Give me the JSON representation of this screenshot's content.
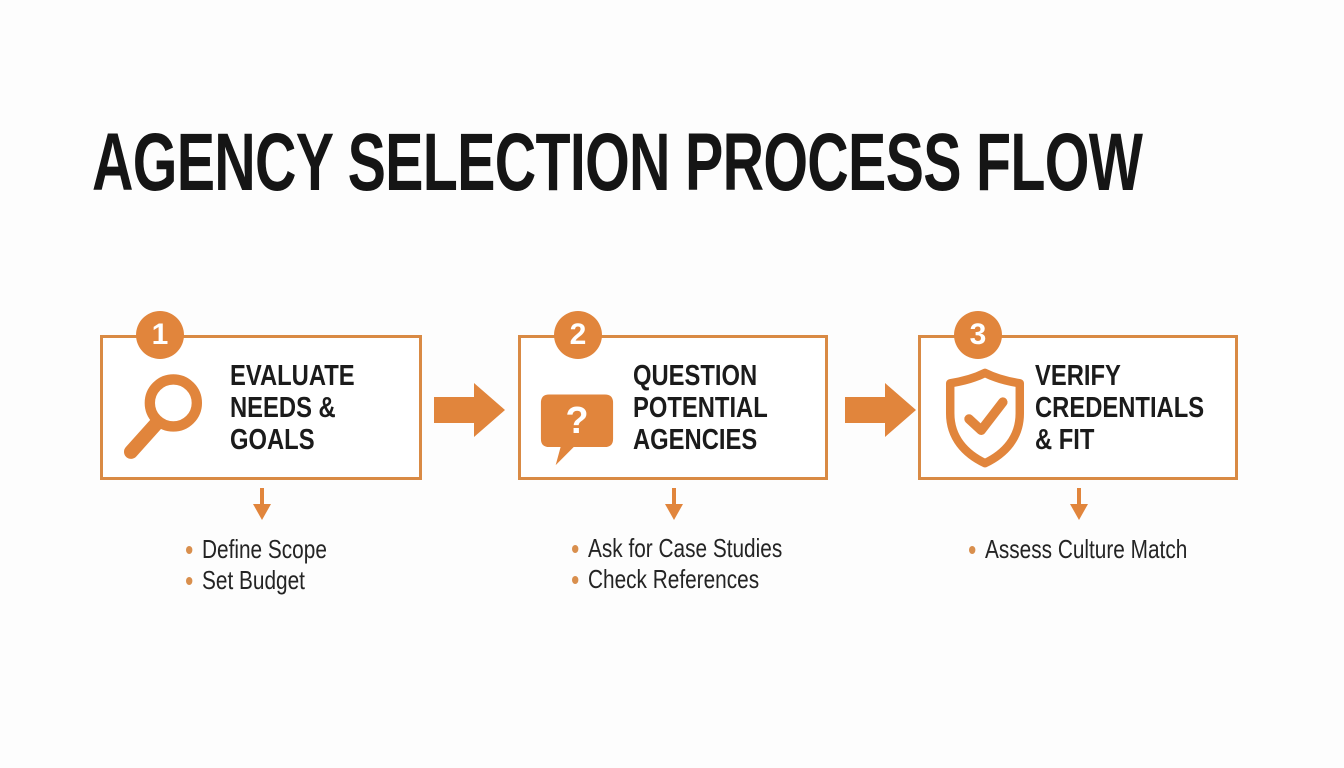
{
  "title": "AGENCY SELECTION PROCESS FLOW",
  "colors": {
    "accent": "#E1853C",
    "box_border": "#D98A44",
    "heading_text": "#151515",
    "body_text": "#242424",
    "background": "#FDFDFD"
  },
  "steps": [
    {
      "number": "1",
      "icon": "magnifier-icon",
      "title": "EVALUATE NEEDS & GOALS",
      "title_lines": [
        "EVALUATE",
        "NEEDS &",
        "GOALS"
      ],
      "bullets": [
        "Define Scope",
        "Set Budget"
      ]
    },
    {
      "number": "2",
      "icon": "question-bubble-icon",
      "icon_glyph": "?",
      "title": "QUESTION POTENTIAL AGENCIES",
      "title_lines": [
        "QUESTION",
        "POTENTIAL",
        "AGENCIES"
      ],
      "bullets": [
        "Ask for Case Studies",
        "Check References"
      ]
    },
    {
      "number": "3",
      "icon": "shield-check-icon",
      "title": "VERIFY CREDENTIALS & FIT",
      "title_lines": [
        "VERIFY",
        "CREDENTIALS",
        "& FIT"
      ],
      "bullets": [
        "Assess Culture Match"
      ]
    }
  ]
}
